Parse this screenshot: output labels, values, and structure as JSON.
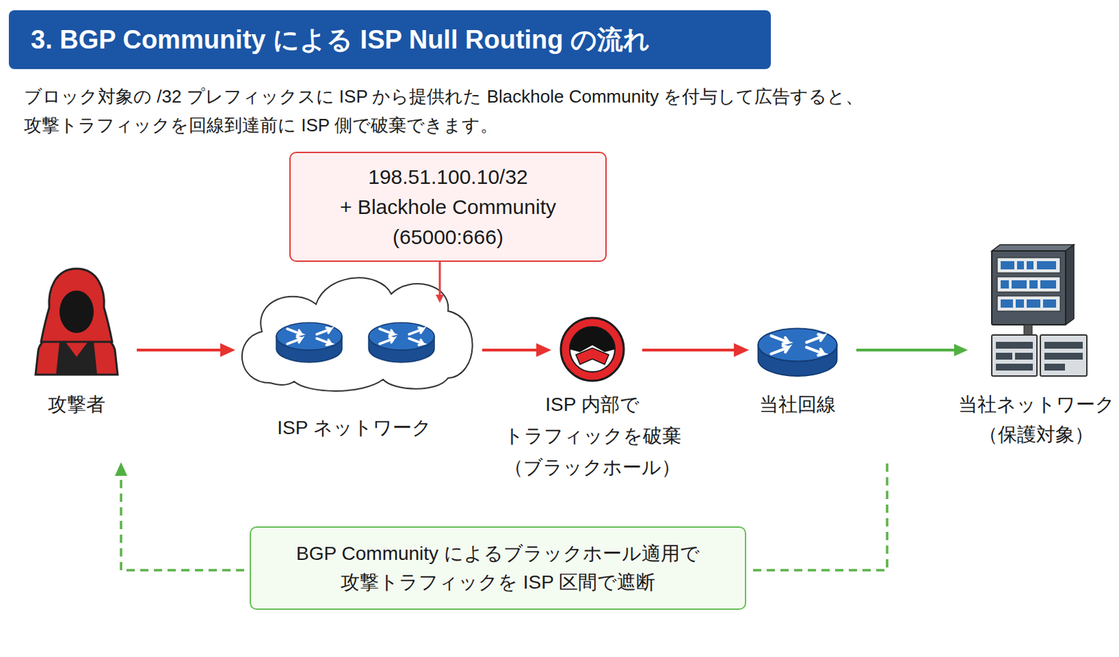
{
  "diagram": {
    "title": "3. BGP Community による ISP Null Routing の流れ",
    "nodes": [
      {
        "text": [
          "198.51.100.10/32",
          "+ Blackhole Community (65000:666)"
        ]
      },
      {
        "text": [
          "攻撃者"
        ]
      },
      {
        "text": [
          "ISP ネットワーク"
        ]
      },
      {
        "text": [
          "ISP 内部で トラフィックを破棄 （ブラックホール）"
        ]
      },
      {
        "text": [
          "当社回線"
        ]
      },
      {
        "text": [
          "当社ネットワーク （保護対象）"
        ]
      },
      {
        "text": [
          "BGP Community によるブラックホール適用で 攻撃トラフィックを ISP 区間で遮断"
        ]
      }
    ],
    "edges": [
      {
        "from": 0,
        "to": 2,
        "arrow": "to"
      },
      {
        "from": 1,
        "to": 2,
        "arrow": "to"
      },
      {
        "from": 2,
        "to": 3,
        "arrow": "to"
      },
      {
        "from": 3,
        "to": 4,
        "arrow": "to"
      },
      {
        "from": 4,
        "to": 5,
        "arrow": "to"
      },
      {
        "from": 6,
        "to": 1,
        "arrow": "to"
      }
    ],
    "labels": [
      "ブロック対象の /32 プレフィックスに ISP から提供れた Blackhole Community を付与して広告すると、 攻撃トラフィックを回線到達前に ISP 側で破棄できます。"
    ]
  }
}
